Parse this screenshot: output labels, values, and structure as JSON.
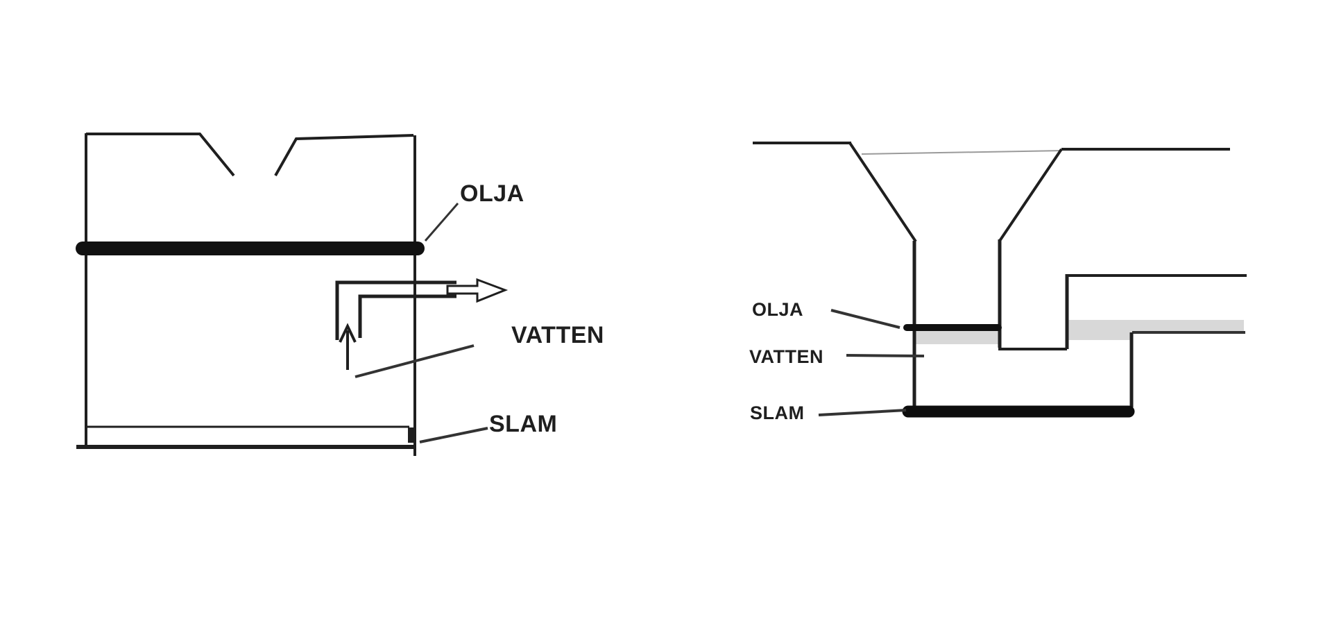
{
  "diagrams": {
    "left": {
      "description_labels": {
        "oil": "OLJA",
        "water": "VATTEN",
        "sludge": "SLAM"
      }
    },
    "right": {
      "description_labels": {
        "oil": "OLJA",
        "water": "VATTEN",
        "sludge": "SLAM"
      }
    }
  },
  "colors": {
    "background": "#ffffff",
    "ink": "#1f1f1f",
    "soft_ink": "#333333",
    "oil_layer": "#111111",
    "sludge_dark": "#0d0d0d",
    "water_gray": "#d8d8d8",
    "thin_line": "#9a9a9a"
  }
}
